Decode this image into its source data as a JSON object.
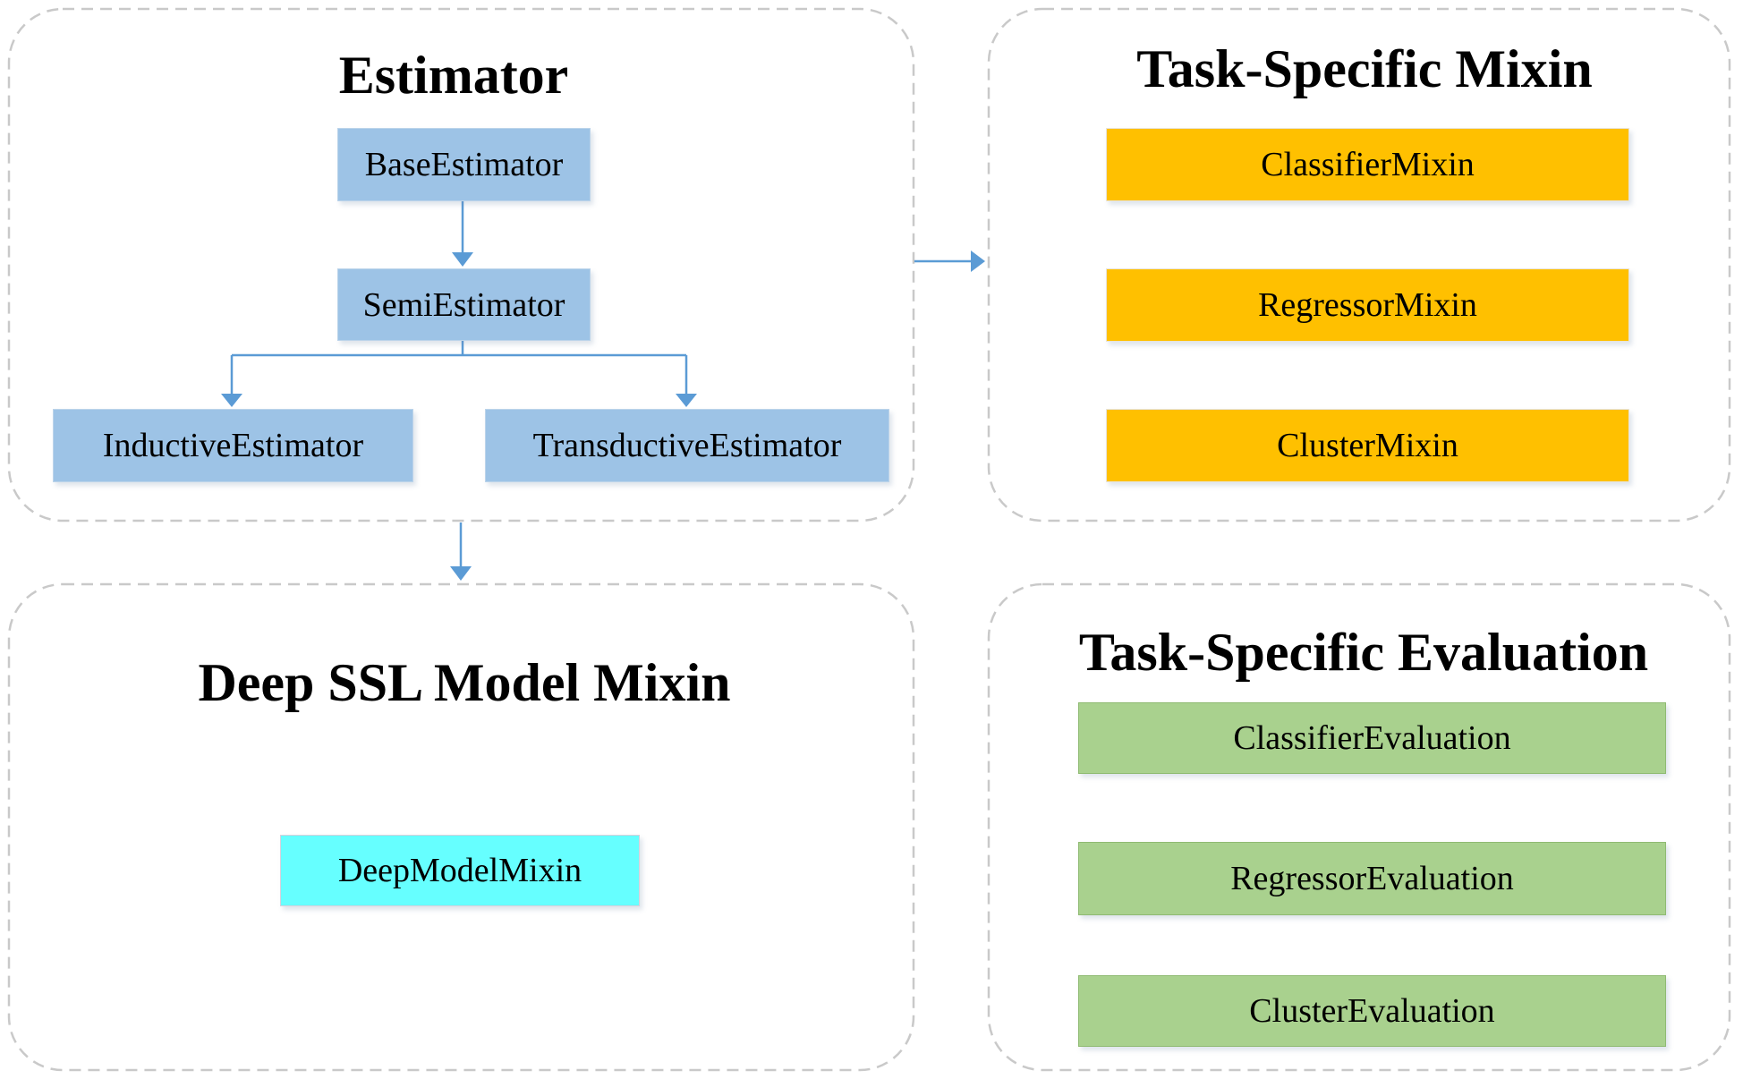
{
  "diagram": {
    "panels": [
      {
        "id": "estimator",
        "title": "Estimator",
        "boxes": [
          {
            "label": "BaseEstimator"
          },
          {
            "label": "SemiEstimator"
          },
          {
            "label": "InductiveEstimator"
          },
          {
            "label": "TransductiveEstimator"
          }
        ],
        "box_color": "#9DC3E6"
      },
      {
        "id": "task-specific-mixin",
        "title": "Task-Specific Mixin",
        "boxes": [
          {
            "label": "ClassifierMixin"
          },
          {
            "label": "RegressorMixin"
          },
          {
            "label": "ClusterMixin"
          }
        ],
        "box_color": "#FFC000"
      },
      {
        "id": "deep-ssl-model-mixin",
        "title": "Deep SSL Model Mixin",
        "boxes": [
          {
            "label": "DeepModelMixin"
          }
        ],
        "box_color": "#66FFFF"
      },
      {
        "id": "task-specific-evaluation",
        "title": "Task-Specific Evaluation",
        "boxes": [
          {
            "label": "ClassifierEvaluation"
          },
          {
            "label": "RegressorEvaluation"
          },
          {
            "label": "ClusterEvaluation"
          }
        ],
        "box_color": "#A9D18E"
      }
    ],
    "connector_color": "#5B9BD5",
    "panel_border_color": "#C9C9C9",
    "text_color": "#000000",
    "background_color": "#FFFFFF"
  }
}
